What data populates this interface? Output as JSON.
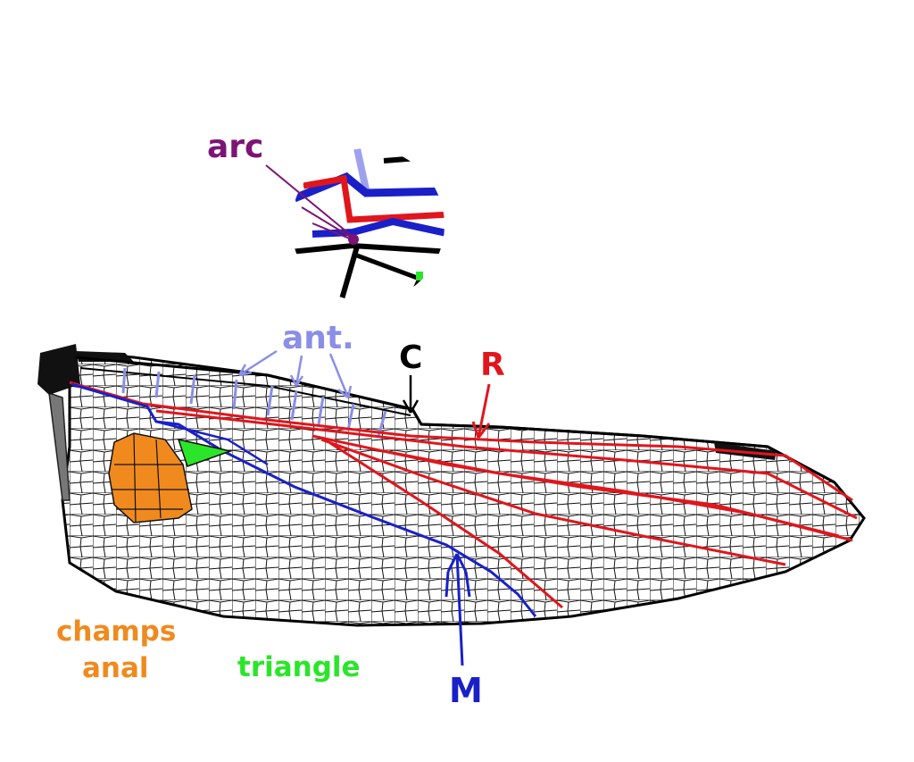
{
  "labels": {
    "arc": "arc",
    "ant": "ant.",
    "c": "C",
    "r": "R",
    "m": "M",
    "anal_line1": "champs",
    "anal_line2": "anal",
    "triangle": "triangle"
  },
  "colors": {
    "arc": "#7b1475",
    "antenodal": "#8a8ee6",
    "costa": "#000000",
    "radius": "#e0161d",
    "media": "#1a20c8",
    "anal_field": "#f08a1e",
    "triangle": "#2be52b",
    "base_plate": "#777777"
  }
}
